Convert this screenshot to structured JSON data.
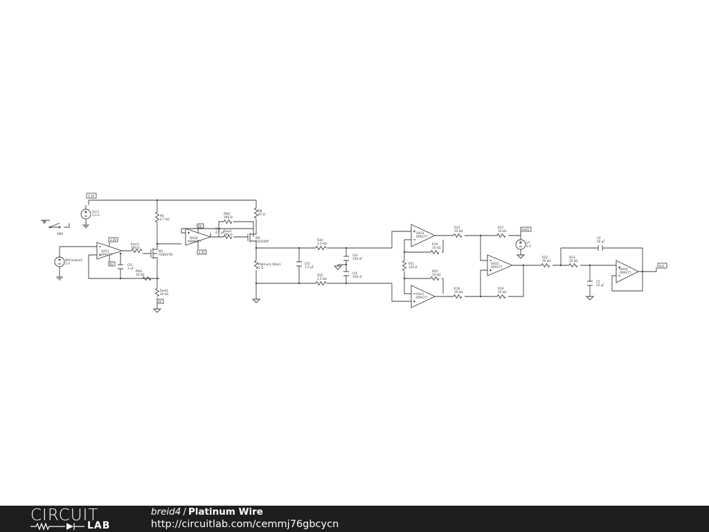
{
  "footer": {
    "logo_top": "CIRCUIT",
    "logo_bottom": "LAB",
    "author": "breid4",
    "separator": "/",
    "title": "Platinum Wire",
    "url": "http://circuitlab.com/cemmj76gbcycn"
  },
  "schematic": {
    "labels": {
      "vcc_tag": "3.3V",
      "vcc1_name": "Vcc1",
      "vcc1_val": "3.3 V",
      "sw2": "SW2",
      "dac_name": "DACoutput1",
      "dac_val": "2 V",
      "oa11_tag": "3.3V",
      "oa11_gnd": "0V",
      "oa11_name": "OA11",
      "oa11_part": "OPA277",
      "ct1_name": "Ct1",
      "ct1_val": "3 nF",
      "riso1_name": "Riso1",
      "riso1_val": "160 Ω",
      "rf1_name": "Rfb1",
      "rf1_val": "10 kΩ",
      "r4_name": "R4",
      "r4_val": "4.7 kΩ",
      "m3_name": "M3",
      "m3_part": "FDN337N",
      "rset1_name": "Rset1",
      "rset1_val": "20 kΩ",
      "rset_tag": "0V",
      "oa10_tag": "0V",
      "oa10_vcc": "3.3V",
      "oa10_name": "OA10",
      "oa10_part": "OPA277",
      "rfb2_name": "Rfb2",
      "rfb2_val": "160 Ω",
      "ct2_name": "Ct2",
      "ct2_val": "4.7 µF",
      "riso2_name": "Riso2",
      "riso2_val": "160 Ω",
      "r8_name": "R8",
      "r8_val": "67 Ω",
      "m4_name": "M4",
      "m4_part": "FDC640P",
      "pw_name": "Platinum_Wire1",
      "pw_val": "2 Ω",
      "ct3_name": "Ct3",
      "ct3_val": "1.5 µF",
      "r34_name": "R34",
      "r34_val": "1.5 kΩ",
      "r35_name": "R35",
      "r35_val": "1.5 kΩ",
      "c14_name": "Ct4",
      "c14_val": "150 nF",
      "c15_name": "Ct5",
      "c15_val": "150 nF",
      "oa23_name": "OA23",
      "oa23_part": "OPA277",
      "oa21_name": "OA21",
      "oa21_part": "OPA277",
      "r21_name": "R21",
      "r21_val": "120 Ω",
      "r15_name": "R15",
      "r15_val": "10 kΩ",
      "r19_name": "R19",
      "r19_val": "10 kΩ",
      "r20_name": "R20",
      "r20_val": "10 kΩ",
      "r16_name": "R16",
      "r16_val": "10 kΩ",
      "r17_name": "R17",
      "r17_val": "10 kΩ",
      "r18_name": "R18",
      "r18_val": "10 kΩ",
      "vref2_tag": "Vref2",
      "v7_name": "V7",
      "v7_val": "0 V",
      "oa22_name": "OA22",
      "oa22_part": "OPA277",
      "r22_name": "R22",
      "r22_val": "10 kΩ",
      "r33_name": "R33",
      "r33_val": "10 kΩ",
      "c4_name": "C4",
      "c4_val": "10 µF",
      "c5_name": "C5",
      "c5_val": "10 µF",
      "oa24_name": "OA24",
      "oa24_part": "OPA277",
      "vo2_tag": "Vo2"
    }
  }
}
